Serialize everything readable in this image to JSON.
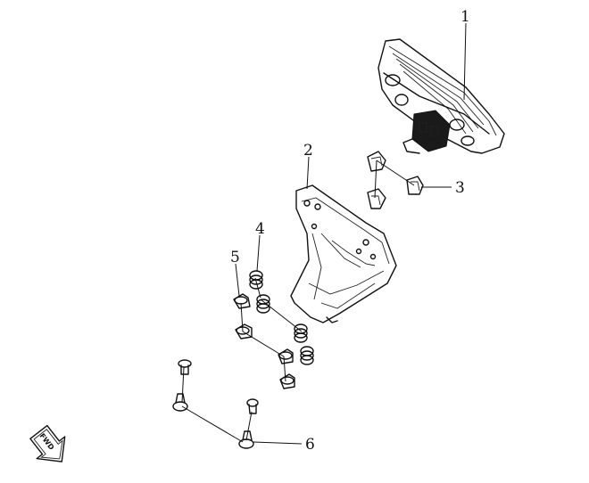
{
  "callouts": [
    {
      "id": "1",
      "label": "1"
    },
    {
      "id": "2",
      "label": "2"
    },
    {
      "id": "3",
      "label": "3"
    },
    {
      "id": "4",
      "label": "4"
    },
    {
      "id": "5",
      "label": "5"
    },
    {
      "id": "6",
      "label": "6"
    }
  ],
  "direction_badge": {
    "label": "FWD",
    "icon": "forward-arrow-icon"
  },
  "colors": {
    "line": "#111111",
    "background": "#ffffff"
  }
}
